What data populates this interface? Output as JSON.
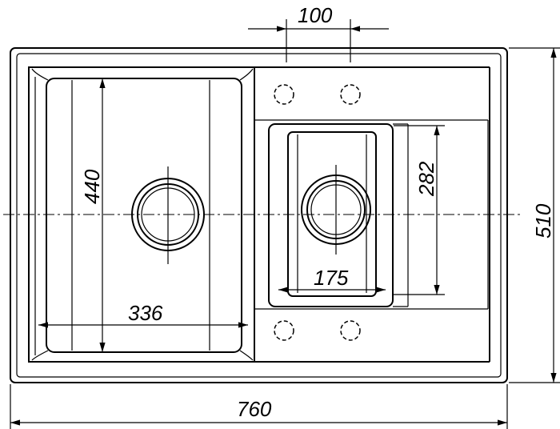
{
  "drawing": {
    "dimensions": {
      "tap_hole_spacing": "100",
      "large_bowl_length": "440",
      "small_bowl_length": "282",
      "overall_depth": "510",
      "small_bowl_width": "175",
      "large_bowl_width": "336",
      "overall_width": "760"
    }
  }
}
